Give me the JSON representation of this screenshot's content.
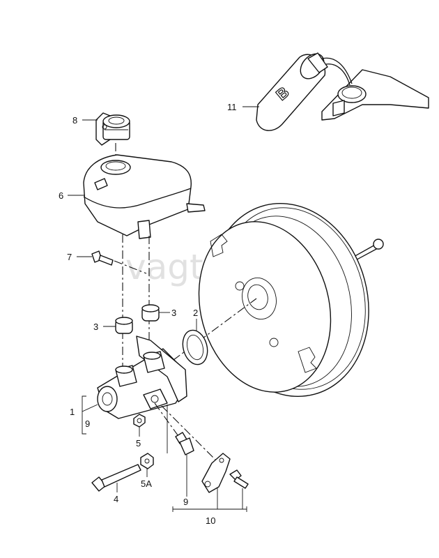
{
  "watermark": "vagtec.ru",
  "callouts": {
    "p1": "1",
    "p1_9": "9",
    "p2": "2",
    "p3a": "3",
    "p3b": "3",
    "p4": "4",
    "p5": "5",
    "p5a": "5A",
    "p6": "6",
    "p7": "7",
    "p8": "8",
    "p9": "9",
    "p10": "10",
    "p11": "11"
  },
  "labels": {
    "bottle_letter": "B"
  }
}
